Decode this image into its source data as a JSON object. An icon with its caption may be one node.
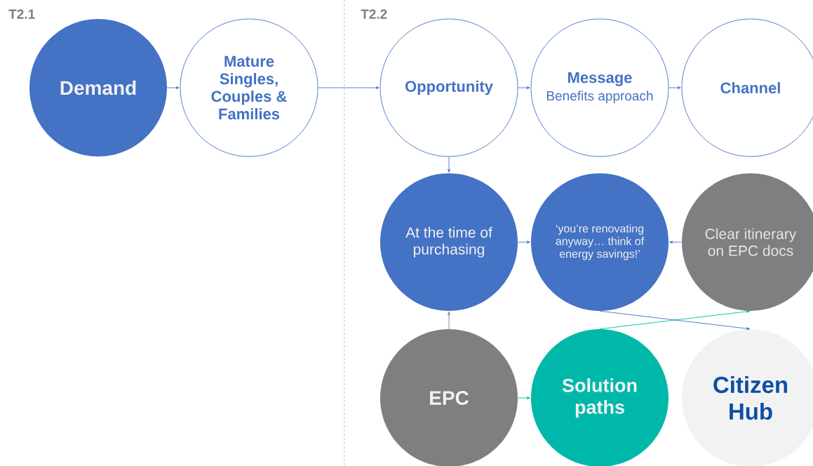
{
  "diagram": {
    "nodes": [
      {
        "text": [
          "Demand"
        ]
      },
      {
        "text": [
          "Mature Singles, Couples & Families"
        ]
      },
      {
        "text": [
          "Opportunity"
        ]
      },
      {
        "text": [
          "Message",
          "Benefits approach"
        ]
      },
      {
        "text": [
          "Channel"
        ]
      },
      {
        "text": [
          "At the time of purchasing"
        ]
      },
      {
        "text": [
          "‘you’re renovating anyway… think of energy savings!’"
        ]
      },
      {
        "text": [
          "Clear itinerary on EPC docs"
        ]
      },
      {
        "text": [
          "EPC"
        ]
      },
      {
        "text": [
          "Solution paths"
        ]
      },
      {
        "text": [
          "Citizen Hub"
        ]
      }
    ],
    "edges": [
      {
        "from": 0,
        "to": 1,
        "arrow": "to"
      },
      {
        "from": 1,
        "to": 2,
        "arrow": "to"
      },
      {
        "from": 2,
        "to": 3,
        "arrow": "to"
      },
      {
        "from": 3,
        "to": 4,
        "arrow": "to"
      },
      {
        "from": 2,
        "to": 5,
        "arrow": "to"
      },
      {
        "from": 5,
        "to": 6,
        "arrow": "to"
      },
      {
        "from": 7,
        "to": 6,
        "arrow": "to"
      },
      {
        "from": 8,
        "to": 5,
        "arrow": "to",
        "color": "#7f7f7f"
      },
      {
        "from": 8,
        "to": 9,
        "arrow": "to",
        "color": "#00b8a9"
      },
      {
        "from": 9,
        "to": 7,
        "arrow": "to",
        "color": "#00b8a9"
      },
      {
        "from": 6,
        "to": 10,
        "arrow": "to"
      }
    ],
    "labels": [
      "T2.1",
      "T2.2"
    ]
  }
}
